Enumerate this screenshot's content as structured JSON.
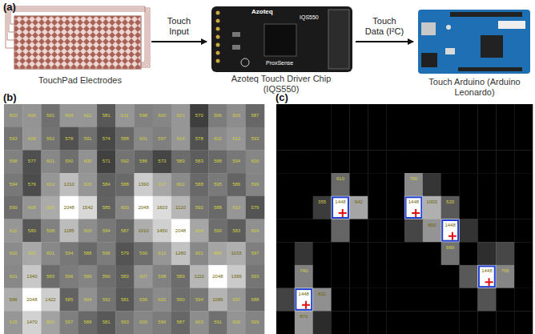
{
  "diagram": {
    "nodes": [
      {
        "text": [
          "TouchPad Electrodes"
        ]
      },
      {
        "text": [
          "Azoteq Touch Driver Chip (IQS550)"
        ]
      },
      {
        "text": [
          "Touch Arduino (Arduino Leonardo)"
        ]
      }
    ],
    "edges": [
      {
        "from": 0,
        "to": 1,
        "arrow": "to",
        "label": "Touch Input"
      },
      {
        "from": 1,
        "to": 2,
        "arrow": "to",
        "label": "Touch Data (I²C)"
      }
    ],
    "labels": [
      "(a)",
      "(b)",
      "(c)",
      "Azoteq",
      "IQS550",
      "ProxSense",
      "603",
      "606",
      "591",
      "609",
      "612",
      "581",
      "611",
      "598",
      "600",
      "621",
      "570",
      "596",
      "603",
      "587",
      "593",
      "609",
      "592",
      "578",
      "591",
      "574",
      "588",
      "601",
      "597",
      "614",
      "578",
      "602",
      "612",
      "593",
      "598",
      "577",
      "601",
      "590",
      "605",
      "571",
      "592",
      "586",
      "573",
      "589",
      "583",
      "588",
      "594",
      "600",
      "594",
      "576",
      "610",
      "1210",
      "620",
      "584",
      "588",
      "1390",
      "917",
      "602",
      "588",
      "595",
      "586",
      "599",
      "590",
      "606",
      "955",
      "2048",
      "1542",
      "585",
      "600",
      "2048",
      "1603",
      "1120",
      "592",
      "588",
      "610",
      "579",
      "611",
      "580",
      "598",
      "1185",
      "603",
      "594",
      "587",
      "1010",
      "1450",
      "2048",
      "904",
      "590",
      "583",
      "604",
      "602",
      "925",
      "601",
      "594",
      "588",
      "596",
      "579",
      "590",
      "612",
      "1260",
      "601",
      "880",
      "1015",
      "597",
      "601",
      "1340",
      "589",
      "596",
      "599",
      "590",
      "583",
      "607",
      "598",
      "589",
      "1110",
      "2048",
      "1365",
      "593",
      "996",
      "2048",
      "1422",
      "585",
      "604",
      "592",
      "581",
      "596",
      "602",
      "590",
      "594",
      "1086",
      "607",
      "588",
      "615",
      "1470",
      "860",
      "597",
      "588",
      "581",
      "593",
      "600",
      "596",
      "587",
      "603",
      "591",
      "606",
      "599",
      "610",
      "790",
      "355",
      "1448",
      "942",
      "1448",
      "1003",
      "520",
      "850",
      "1448",
      "660",
      "740",
      "1448",
      "765",
      "1448",
      "822",
      "870"
    ]
  }
}
